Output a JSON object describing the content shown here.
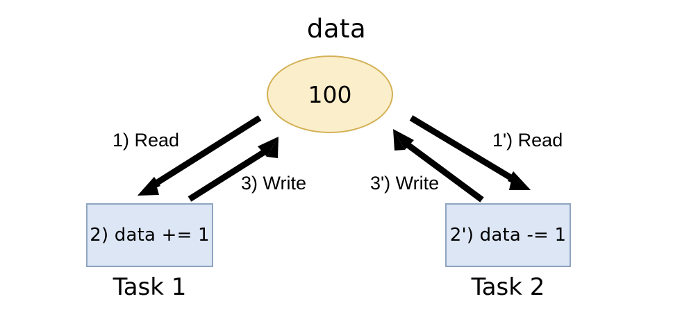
{
  "diagram": {
    "title_node": {
      "caption": "data",
      "value": "100",
      "shape": "ellipse",
      "fill_color": "#fbeecb",
      "border_color": "#d3b054"
    },
    "tasks": [
      {
        "box_text": "2) data += 1",
        "caption": "Task 1",
        "fill_color": "#dce6f5",
        "border_color": "#8fa5c0"
      },
      {
        "box_text": "2') data -= 1",
        "caption": "Task 2",
        "fill_color": "#dce6f5",
        "border_color": "#8fa5c0"
      }
    ],
    "arrows": [
      {
        "label": "1) Read",
        "from": "data",
        "to": "Task 1",
        "direction": "down-left"
      },
      {
        "label": "3) Write",
        "from": "Task 1",
        "to": "data",
        "direction": "up-right"
      },
      {
        "label": "1') Read",
        "from": "data",
        "to": "Task 2",
        "direction": "down-right"
      },
      {
        "label": "3') Write",
        "from": "Task 2",
        "to": "data",
        "direction": "up-left"
      }
    ],
    "arrow_color": "#000000",
    "background_color": "#ffffff"
  }
}
